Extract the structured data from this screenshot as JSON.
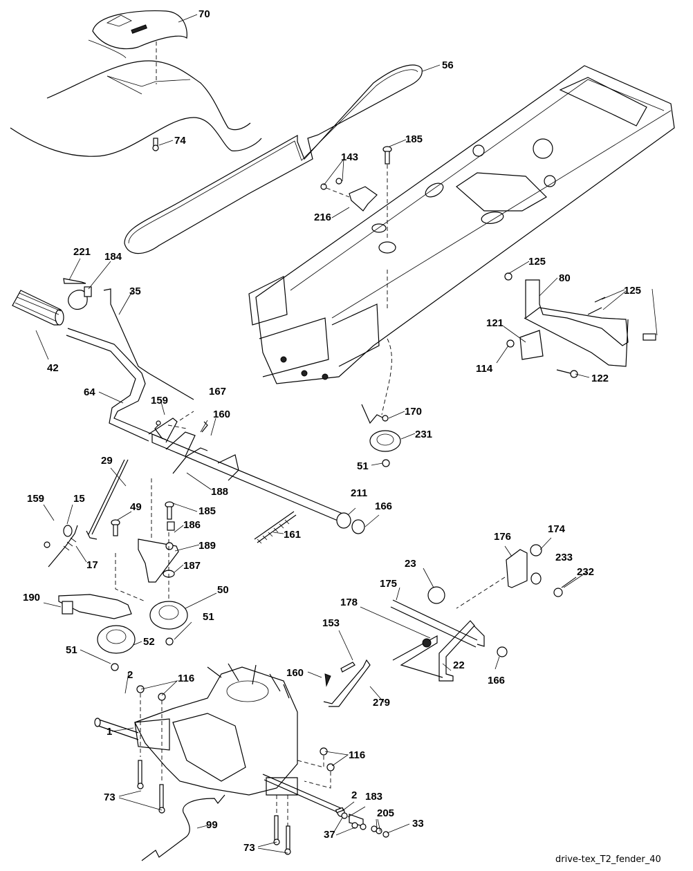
{
  "diagram": {
    "type": "exploded-parts-diagram",
    "caption": "drive-tex_T2_fender_40",
    "callouts": [
      {
        "id": "c70",
        "label": "70"
      },
      {
        "id": "c74",
        "label": "74"
      },
      {
        "id": "c56",
        "label": "56"
      },
      {
        "id": "c185a",
        "label": "185"
      },
      {
        "id": "c143",
        "label": "143"
      },
      {
        "id": "c216",
        "label": "216"
      },
      {
        "id": "c221",
        "label": "221"
      },
      {
        "id": "c184",
        "label": "184"
      },
      {
        "id": "c35",
        "label": "35"
      },
      {
        "id": "c42",
        "label": "42"
      },
      {
        "id": "c125a",
        "label": "125"
      },
      {
        "id": "c80",
        "label": "80"
      },
      {
        "id": "c125b",
        "label": "125"
      },
      {
        "id": "c121",
        "label": "121"
      },
      {
        "id": "c114",
        "label": "114"
      },
      {
        "id": "c122",
        "label": "122"
      },
      {
        "id": "c64",
        "label": "64"
      },
      {
        "id": "c159a",
        "label": "159"
      },
      {
        "id": "c167",
        "label": "167"
      },
      {
        "id": "c160a",
        "label": "160"
      },
      {
        "id": "c170",
        "label": "170"
      },
      {
        "id": "c231",
        "label": "231"
      },
      {
        "id": "c51a",
        "label": "51"
      },
      {
        "id": "c29",
        "label": "29"
      },
      {
        "id": "c188",
        "label": "188"
      },
      {
        "id": "c159b",
        "label": "159"
      },
      {
        "id": "c15",
        "label": "15"
      },
      {
        "id": "c49",
        "label": "49"
      },
      {
        "id": "c185b",
        "label": "185"
      },
      {
        "id": "c186",
        "label": "186"
      },
      {
        "id": "c211",
        "label": "211"
      },
      {
        "id": "c166a",
        "label": "166"
      },
      {
        "id": "c161",
        "label": "161"
      },
      {
        "id": "c189",
        "label": "189"
      },
      {
        "id": "c17",
        "label": "17"
      },
      {
        "id": "c187",
        "label": "187"
      },
      {
        "id": "c176",
        "label": "176"
      },
      {
        "id": "c174",
        "label": "174"
      },
      {
        "id": "c23",
        "label": "23"
      },
      {
        "id": "c233",
        "label": "233"
      },
      {
        "id": "c232",
        "label": "232"
      },
      {
        "id": "c175",
        "label": "175"
      },
      {
        "id": "c50",
        "label": "50"
      },
      {
        "id": "c190",
        "label": "190"
      },
      {
        "id": "c178",
        "label": "178"
      },
      {
        "id": "c51b",
        "label": "51"
      },
      {
        "id": "c153",
        "label": "153"
      },
      {
        "id": "c52",
        "label": "52"
      },
      {
        "id": "c51c",
        "label": "51"
      },
      {
        "id": "c22",
        "label": "22"
      },
      {
        "id": "c166b",
        "label": "166"
      },
      {
        "id": "c160b",
        "label": "160"
      },
      {
        "id": "c2a",
        "label": "2"
      },
      {
        "id": "c116a",
        "label": "116"
      },
      {
        "id": "c279",
        "label": "279"
      },
      {
        "id": "c1",
        "label": "1"
      },
      {
        "id": "c116b",
        "label": "116"
      },
      {
        "id": "c73a",
        "label": "73"
      },
      {
        "id": "c2b",
        "label": "2"
      },
      {
        "id": "c183",
        "label": "183"
      },
      {
        "id": "c99",
        "label": "99"
      },
      {
        "id": "c205",
        "label": "205"
      },
      {
        "id": "c33",
        "label": "33"
      },
      {
        "id": "c37",
        "label": "37"
      },
      {
        "id": "c73b",
        "label": "73"
      }
    ]
  }
}
